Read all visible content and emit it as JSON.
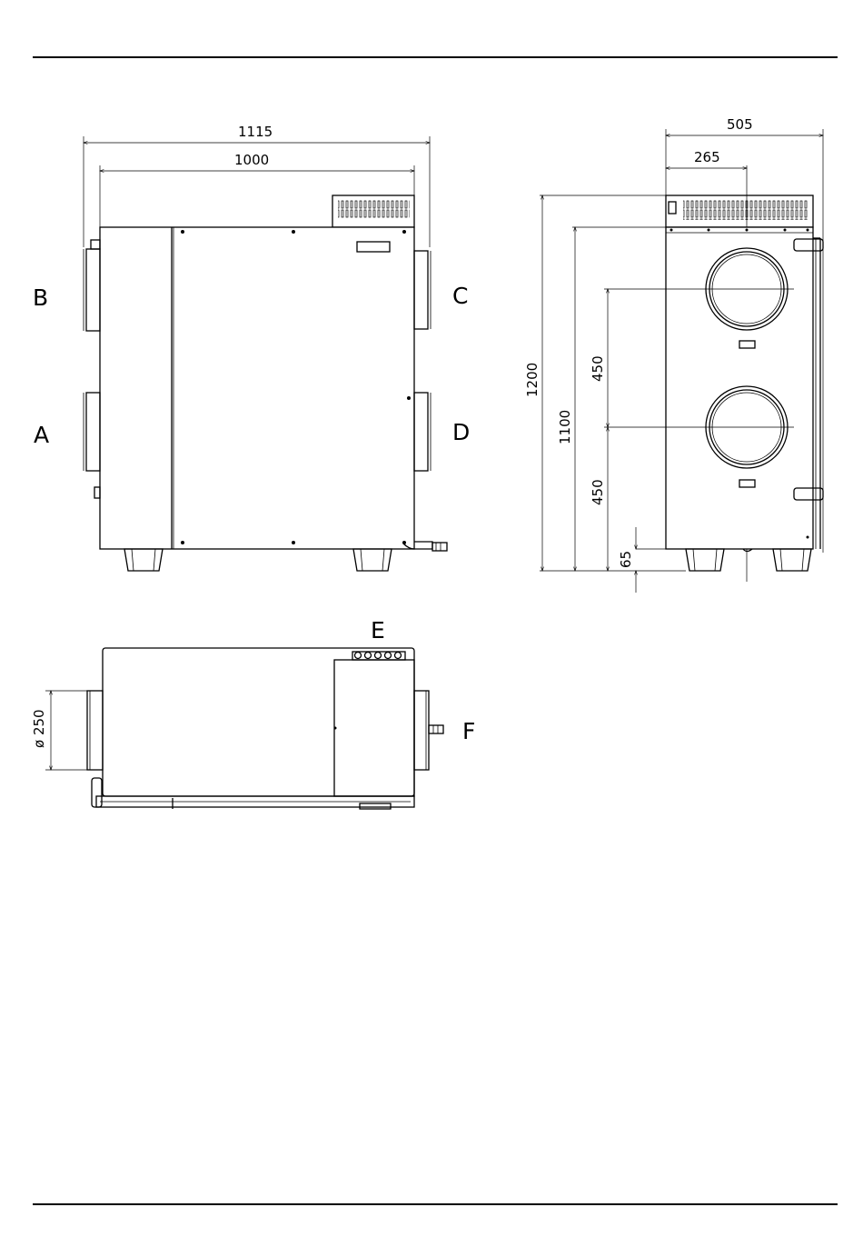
{
  "dimensions": {
    "front_overall_width": "1115",
    "front_inner_width": "1000",
    "side_overall_depth": "505",
    "side_spigot_offset": "265",
    "side_total_height": "1200",
    "side_body_height": "1100",
    "side_spigot_spacing_upper": "450",
    "side_spigot_spacing_lower": "450",
    "side_foot_height": "65",
    "top_spigot_diameter": "ø 250"
  },
  "connections": {
    "a": "A",
    "b": "B",
    "c": "C",
    "d": "D",
    "e": "E",
    "f": "F"
  }
}
